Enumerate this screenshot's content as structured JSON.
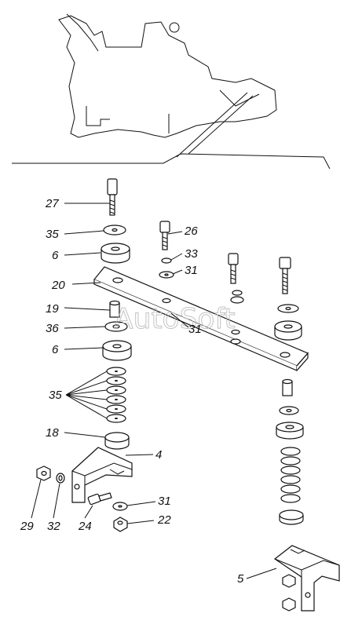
{
  "watermark": "AutoSoft",
  "callouts": {
    "c27": "27",
    "c35a": "35",
    "c6a": "6",
    "c26": "26",
    "c33": "33",
    "c31a": "31",
    "c20": "20",
    "c19": "19",
    "c36": "36",
    "c31b": "31",
    "c6b": "6",
    "c35b": "35",
    "c18": "18",
    "c4": "4",
    "c31c": "31",
    "c22": "22",
    "c29": "29",
    "c32": "32",
    "c24": "24",
    "c5": "5"
  }
}
